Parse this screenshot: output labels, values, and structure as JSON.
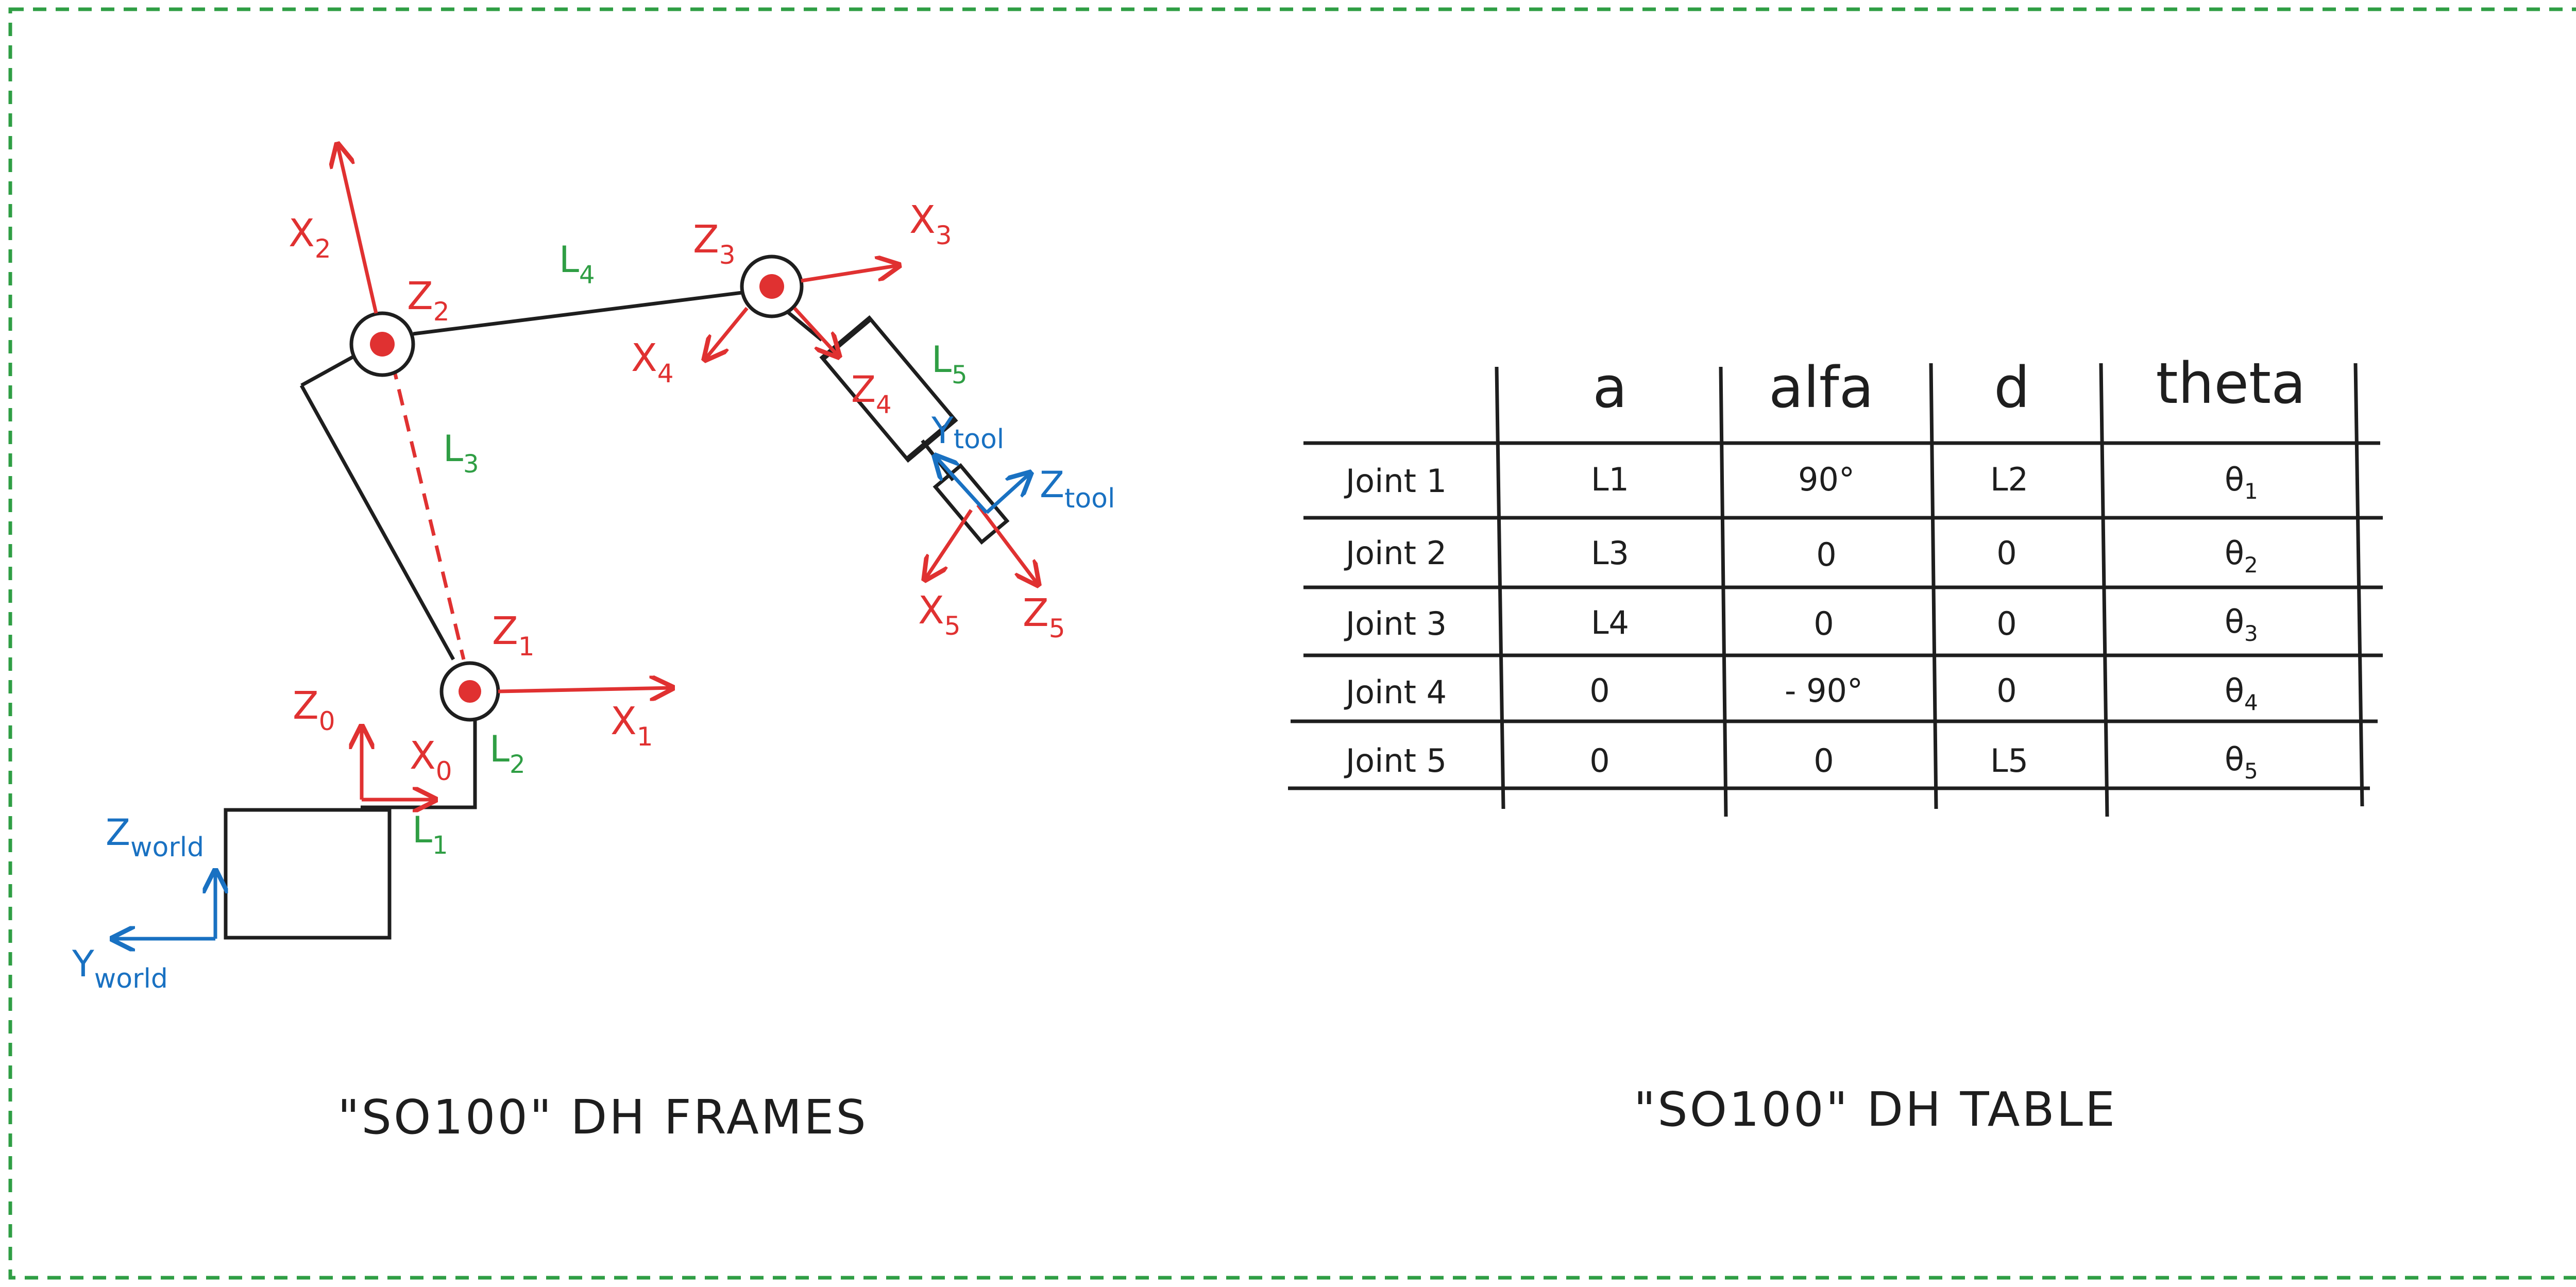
{
  "colors": {
    "ink": "#1e1e1e",
    "red": "#e03131",
    "green": "#2f9e44",
    "blue": "#1971c2",
    "frame_border": "#2f9e44"
  },
  "left": {
    "caption": "\"SO100\" DH FRAMES",
    "labels": {
      "x2": "X",
      "x2_sub": "2",
      "z2": "Z",
      "z2_sub": "2",
      "l4": "L",
      "l4_sub": "4",
      "z3": "Z",
      "z3_sub": "3",
      "x3": "X",
      "x3_sub": "3",
      "x4": "X",
      "x4_sub": "4",
      "l5": "L",
      "l5_sub": "5",
      "z4": "Z",
      "z4_sub": "4",
      "ytool": "Y",
      "ytool_sub": "tool",
      "ztool": "Z",
      "ztool_sub": "tool",
      "l3": "L",
      "l3_sub": "3",
      "x5": "X",
      "x5_sub": "5",
      "z5": "Z",
      "z5_sub": "5",
      "z1": "Z",
      "z1_sub": "1",
      "x1": "X",
      "x1_sub": "1",
      "z0": "Z",
      "z0_sub": "0",
      "x0": "X",
      "x0_sub": "0",
      "l2": "L",
      "l2_sub": "2",
      "l1": "L",
      "l1_sub": "1",
      "zworld": "Z",
      "zworld_sub": "world",
      "yworld": "Y",
      "yworld_sub": "world"
    }
  },
  "right": {
    "caption": "\"SO100\" DH TABLE",
    "headers": [
      "a",
      "alfa",
      "d",
      "theta"
    ],
    "rows": [
      {
        "joint": "Joint 1",
        "a": "L1",
        "alfa": "90°",
        "d": "L2",
        "theta": "θ",
        "theta_sub": "1"
      },
      {
        "joint": "Joint 2",
        "a": "L3",
        "alfa": "0",
        "d": "0",
        "theta": "θ",
        "theta_sub": "2"
      },
      {
        "joint": "Joint 3",
        "a": "L4",
        "alfa": "0",
        "d": "0",
        "theta": "θ",
        "theta_sub": "3"
      },
      {
        "joint": "Joint 4",
        "a": "0",
        "alfa": "- 90°",
        "d": "0",
        "theta": "θ",
        "theta_sub": "4"
      },
      {
        "joint": "Joint 5",
        "a": "0",
        "alfa": "0",
        "d": "L5",
        "theta": "θ",
        "theta_sub": "5"
      }
    ]
  }
}
